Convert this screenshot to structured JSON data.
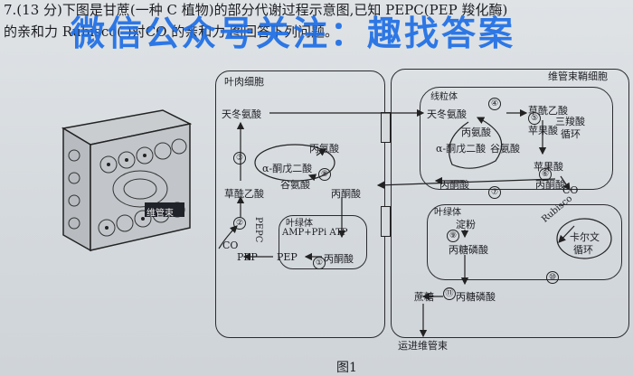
{
  "question": {
    "line1": "7.(13 分)下图是甘蔗(一种 C 植物)的部分代谢过程示意图,已知 PEPC(PEP 羧化酶)",
    "line2": "的亲和力          Rubisco(                 )对CO 的亲和力         图回答下列问题。",
    "watermark": "微信公众号关注：趣找答案"
  },
  "diagram": {
    "mesophyll_title": "叶肉细胞",
    "bundle_title": "维管束鞘细胞",
    "mito_title": "线粒体",
    "chloro_left_title": "叶绿体",
    "chloro_right_title": "叶绿体",
    "bundle_tag": "维管束",
    "labels": {
      "asp_left": "天冬氨酸",
      "oaa_left": "草酰乙酸",
      "co2_left": "CO",
      "pep_left": "PEP",
      "pepc": "PEPC",
      "akg_left": "α-酮戊二酸",
      "glu_left": "谷氨酸",
      "ala_left": "丙氨酸",
      "pyr_left": "丙酮酸",
      "amp": "AMP+PPi ATP",
      "pep_chl": "PEP",
      "pyr_chl": "丙酮酸",
      "asp_mito": "天冬氨酸",
      "oaa_mito": "草酰乙酸",
      "mal_mito": "苹果酸",
      "tca1": "三羧酸",
      "tca2": "循环",
      "akg_mito": "α-酮戊二酸",
      "glu_mito": "谷氨酸",
      "ala_mito": "丙氨酸",
      "pyr_mito": "丙酮酸",
      "mal_out": "苹果酸",
      "pyr_out": "丙酮酸",
      "co2_out": "CO",
      "rubisco": "Rubisco",
      "starch": "淀粉",
      "tp": "丙糖磷酸",
      "calvin1": "卡尔文",
      "calvin2": "循环",
      "sucrose": "蔗糖",
      "tp2": "丙糖磷酸",
      "transport": "运进维管束"
    },
    "steps": [
      "①",
      "②",
      "③",
      "④",
      "⑤",
      "⑥",
      "⑦",
      "⑧",
      "⑨",
      "⑩",
      "⑪"
    ]
  },
  "figure_caption": "图1"
}
